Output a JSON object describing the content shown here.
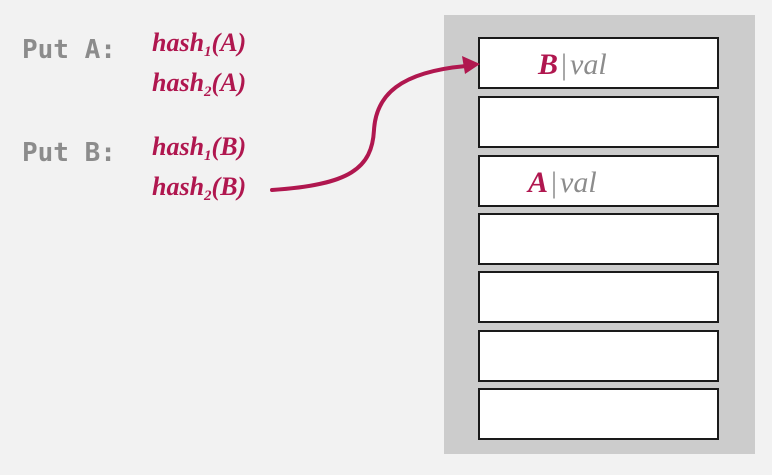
{
  "operations": [
    {
      "label": "Put A:",
      "hashes": [
        {
          "fn": "hash",
          "index": "1",
          "arg": "(A)"
        },
        {
          "fn": "hash",
          "index": "2",
          "arg": "(A)"
        }
      ]
    },
    {
      "label": "Put B:",
      "hashes": [
        {
          "fn": "hash",
          "index": "1",
          "arg": "(B)"
        },
        {
          "fn": "hash",
          "index": "2",
          "arg": "(B)"
        }
      ]
    }
  ],
  "table": {
    "slots": [
      {
        "key": "B",
        "sep": "|",
        "value": "val"
      },
      {
        "key": "",
        "sep": "",
        "value": ""
      },
      {
        "key": "A",
        "sep": "|",
        "value": "val"
      },
      {
        "key": "",
        "sep": "",
        "value": ""
      },
      {
        "key": "",
        "sep": "",
        "value": ""
      },
      {
        "key": "",
        "sep": "",
        "value": ""
      },
      {
        "key": "",
        "sep": "",
        "value": ""
      }
    ]
  },
  "colors": {
    "background": "#f2f2f2",
    "table_background": "#cccccc",
    "accent": "#b0174f",
    "muted_text": "#8c8c8c",
    "slot_border": "#1a1a1a"
  }
}
